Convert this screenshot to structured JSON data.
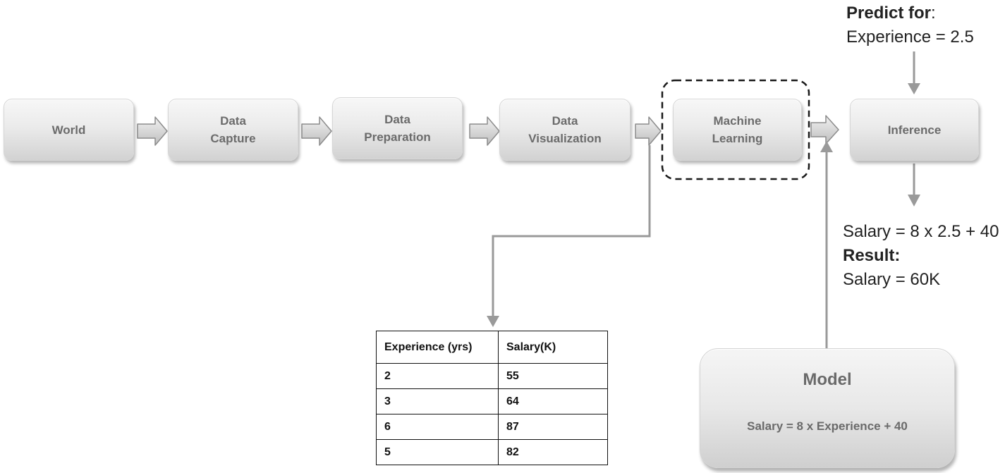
{
  "pipeline": {
    "world": [
      "World"
    ],
    "data_capture": [
      "Data",
      "Capture"
    ],
    "data_preparation": [
      "Data",
      "Preparation"
    ],
    "data_visualization": [
      "Data",
      "Visualization"
    ],
    "machine_learning": [
      "Machine",
      "Learning"
    ],
    "inference": [
      "Inference"
    ]
  },
  "predict": {
    "label": "Predict for",
    "colon": ":",
    "input": "Experience = 2.5"
  },
  "calculation": {
    "equation": "Salary = 8 x 2.5 + 40",
    "result_label": "Result:",
    "result_value": "Salary = 60K"
  },
  "model": {
    "title": "Model",
    "formula": "Salary = 8 x Experience + 40"
  },
  "table": {
    "headers": [
      "Experience (yrs)",
      "Salary(K)"
    ],
    "rows": [
      [
        "2",
        "55"
      ],
      [
        "3",
        "64"
      ],
      [
        "6",
        "87"
      ],
      [
        "5",
        "82"
      ]
    ]
  },
  "colors": {
    "arrow_fill": "#d9d9d9",
    "arrow_stroke": "#8c8c8c",
    "connector": "#9a9a9a",
    "dashed_border": "#1a1a1a"
  }
}
